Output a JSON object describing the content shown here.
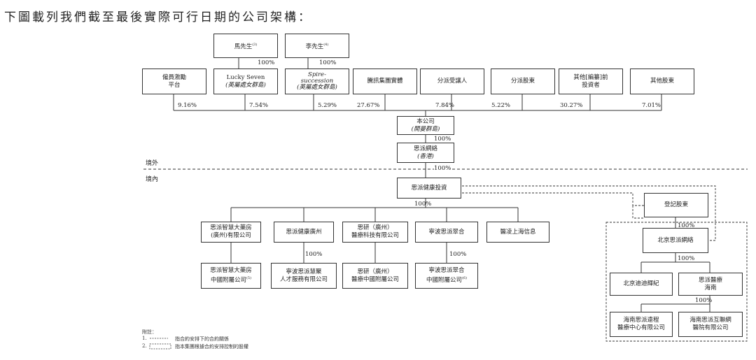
{
  "title": "下圖載列我們截至最後實際可行日期的公司架構：",
  "regions": {
    "offshore": "境外",
    "onshore": "境內"
  },
  "top_people": [
    {
      "name": "馬先生",
      "sup": "(3)"
    },
    {
      "name": "李先生",
      "sup": "(4)"
    }
  ],
  "top_people_pct": [
    "100%",
    "100%"
  ],
  "shareholders": [
    {
      "line1": "僱員激勵",
      "line2": "平台"
    },
    {
      "line1": "Lucky Seven",
      "line2": "(英屬處女群島)"
    },
    {
      "line1": "Spire-",
      "line1b": "succession",
      "line2": "(英屬處女群島)"
    },
    {
      "line1": "騰訊集團實體",
      "line2": ""
    },
    {
      "line1": "分派受讓人",
      "line2": ""
    },
    {
      "line1": "分派股東",
      "line2": ""
    },
    {
      "line1": "其他[編纂]前",
      "line2": "投資者"
    },
    {
      "line1": "其他股東",
      "line2": ""
    }
  ],
  "shareholder_pcts": [
    "9.16%",
    "7.54%",
    "5.29%",
    "27.67%",
    "7.84%",
    "5.22%",
    "30.27%",
    "7.01%"
  ],
  "company": {
    "line1": "本公司",
    "line2": "(開曼群島)"
  },
  "hk": {
    "line1": "思派網絡",
    "line2": "(香港)"
  },
  "pct_company_hk": "100%",
  "pct_hk_invest": "100%",
  "invest": {
    "line1": "思派健康投資"
  },
  "pct_invest_subs": "100%",
  "subs": [
    {
      "line1": "思派智慧大藥房",
      "line2": "(廣州)有限公司"
    },
    {
      "line1": "思派健康廣州",
      "line2": ""
    },
    {
      "line1": "思研（廣州）",
      "line2": "醫療科技有限公司"
    },
    {
      "line1": "寧波思派翠合",
      "line2": ""
    },
    {
      "line1": "醫凌上海信息",
      "line2": ""
    }
  ],
  "sub_pcts": [
    "100%",
    "100%"
  ],
  "subsubs": [
    {
      "line1": "思派智慧大藥房",
      "line2": "中國附屬公司",
      "sup": "(5)"
    },
    {
      "line1": "寧波思派慧聚",
      "line2": "人才服務有限公司"
    },
    {
      "line1": "思研（廣州）",
      "line2": "醫療中國附屬公司"
    },
    {
      "line1": "寧波思派翠合",
      "line2": "中國附屬公司",
      "sup": "(6)"
    }
  ],
  "vie": {
    "registered": "登記股東",
    "pct_reg": "100%",
    "beijing": "北京思派網絡",
    "pct_bj": "100%",
    "bj_children": [
      {
        "line1": "北京迪迪輝紀",
        "line2": ""
      },
      {
        "line1": "思派醫療",
        "line2": "海南"
      }
    ],
    "pct_hn": "100%",
    "hn_children": [
      {
        "line1": "海南思派遠程",
        "line2": "醫療中心有限公司"
      },
      {
        "line1": "海南思派互聯網",
        "line2": "醫院有限公司"
      }
    ]
  },
  "notes": {
    "heading": "附註：",
    "n1_num": "1.",
    "n1": "指合約安排下的合約關係",
    "n2_num": "2.",
    "n2": "指本集團根據合約安排控制的股權"
  }
}
